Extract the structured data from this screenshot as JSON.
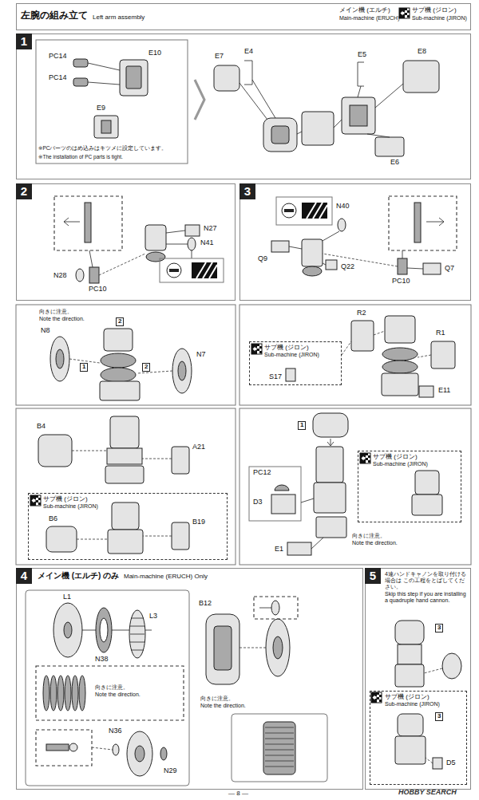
{
  "diagram": {
    "nodes": [
      {
        "text": [
          "左腕の組み立て",
          "Left arm assembly"
        ]
      },
      {
        "text": [
          "1"
        ]
      },
      {
        "text": [
          "2"
        ]
      },
      {
        "text": [
          "3"
        ]
      },
      {
        "text": [
          "サブ機 (ジロン)",
          "Sub-machine (JIRON)"
        ]
      },
      {
        "text": [
          "サブ機 (ジロン)",
          "Sub-machine (JIRON)"
        ]
      },
      {
        "text": [
          "サブ機 (ジロン)",
          "Sub-machine (JIRON)"
        ]
      },
      {
        "text": [
          "4",
          "メイン機 (エルチ) のみ",
          "Main-machine (ERUCH) Only"
        ]
      },
      {
        "text": [
          "5",
          "4連ハンドキャノンを取り付ける場合は この工程をとばしてください。",
          "Skip this step if you are installing a quadruple hand cannon."
        ]
      },
      {
        "text": [
          "サブ機 (ジロン)",
          "Sub-machine (JIRON)"
        ],
        "in": 8
      }
    ],
    "labels": [
      "PC14",
      "E10",
      "PC14",
      "E9",
      "※PCパーツのはめ込みはキツメに設定しています。",
      "※The installation of PC parts is tight.",
      "E7",
      "E4",
      "E5",
      "E8",
      "E6",
      "N27",
      "N41",
      "N28",
      "PC10",
      "N40",
      "Q9",
      "Q22",
      "PC10",
      "Q7",
      "向きに注意。",
      "Note the direction.",
      "N8",
      "2",
      "1",
      "2",
      "N7",
      "R2",
      "R1",
      "E11",
      "S17",
      "B4",
      "A21",
      "B6",
      "B19",
      "1",
      "PC12",
      "D3",
      "向きに注意。",
      "Note the direction.",
      "E1",
      "L1",
      "L3",
      "N38",
      "向きに注意。",
      "Note the direction.",
      "N36",
      "N29",
      "B12",
      "向きに注意。",
      "Note the direction.",
      "3",
      "3",
      "D5",
      "— 8 —",
      "HOBBY SEARCH"
    ],
    "legend": [
      {
        "text": "メイン機 (エルチ)"
      },
      {
        "text": "Main-machine (ERUCH)"
      },
      {
        "text": "サブ機 (ジロン)"
      },
      {
        "text": "Sub-machine (JIRON)"
      }
    ]
  }
}
